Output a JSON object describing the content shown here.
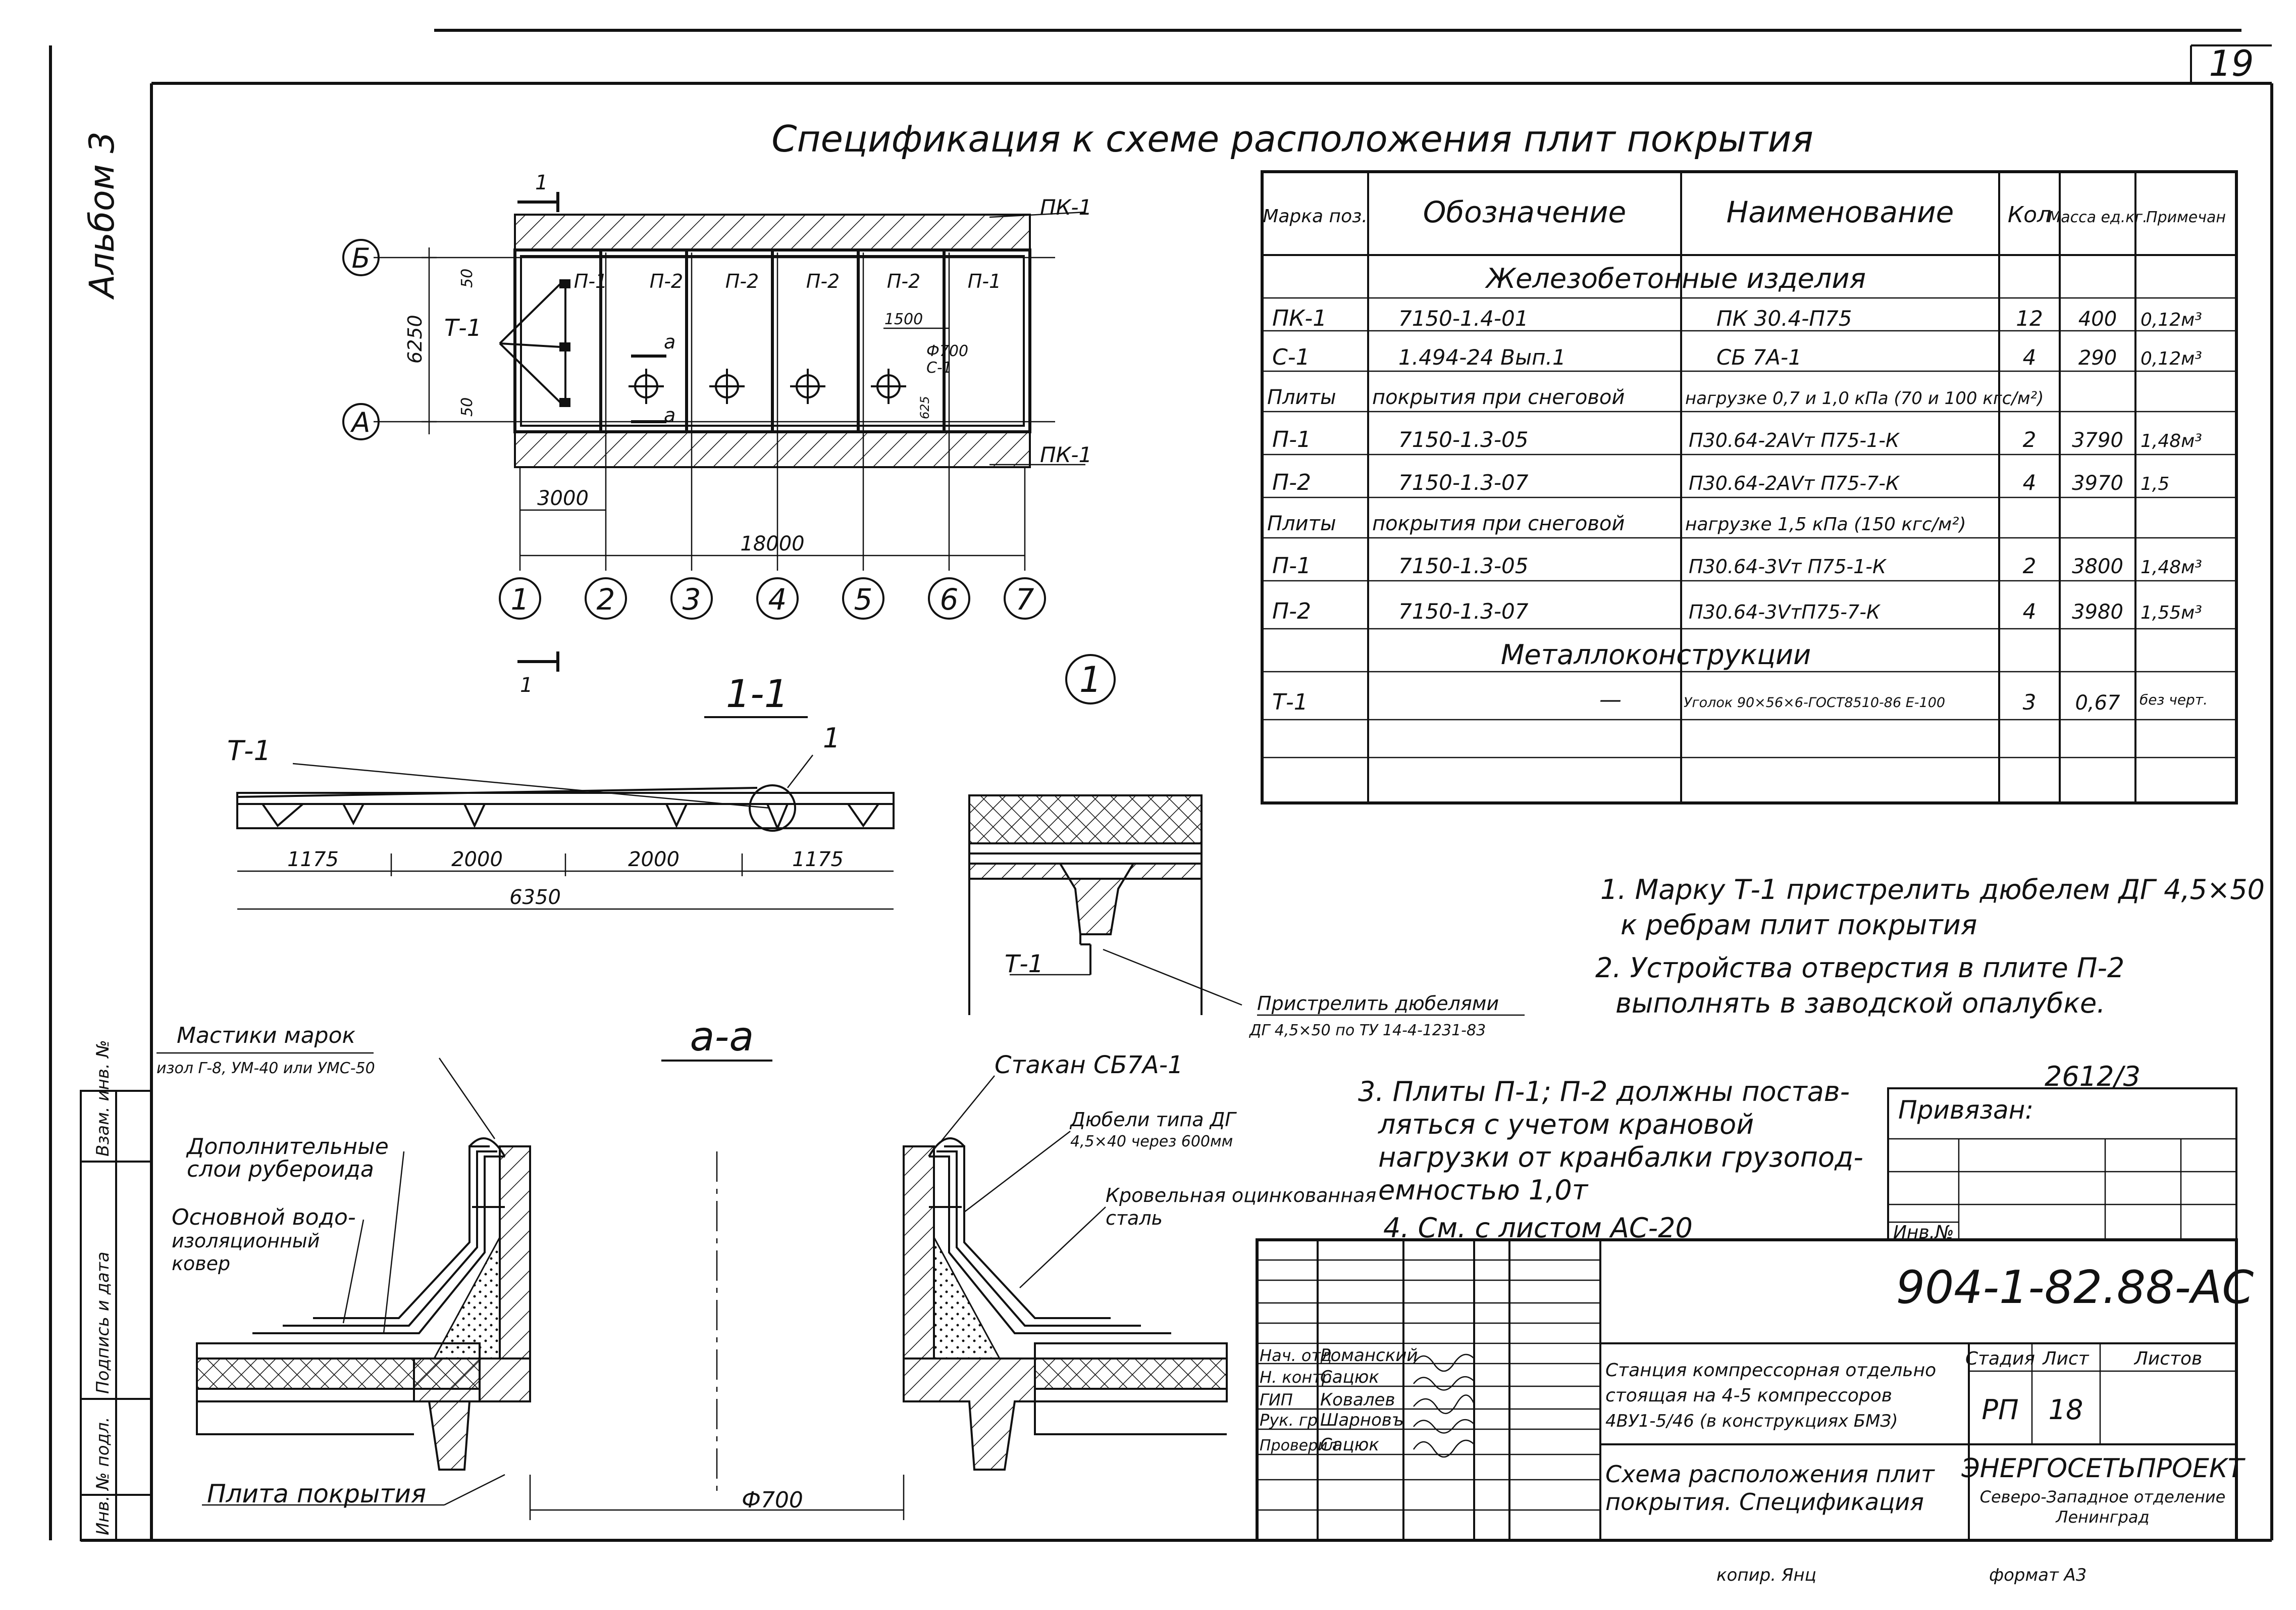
{
  "album": "Альбом 3",
  "sheet_corner_number": "19",
  "title_spec": "Спецификация к схеме расположения плит покрытия",
  "table": {
    "headers": [
      "Марка поз.",
      "Обозначение",
      "Наименование",
      "Кол",
      "Масса ед.кг.",
      "Примечан"
    ],
    "sections": {
      "concrete": "Железобетонные изделия",
      "snow1": [
        "Плиты",
        "покрытия при снеговой",
        "нагрузке 0,7 и 1,0 кПа (70 и 100 кгс/м²)"
      ],
      "snow2": [
        "Плиты",
        "покрытия при снеговой",
        "нагрузке 1,5 кПа (150 кгс/м²)"
      ],
      "metal": "Металлоконструкции"
    },
    "rows": [
      [
        "ПК-1",
        "7150-1.4-01",
        "ПК 30.4-П75",
        "12",
        "400",
        "0,12м³"
      ],
      [
        "С-1",
        "1.494-24 Вып.1",
        "СБ 7А-1",
        "4",
        "290",
        "0,12м³"
      ],
      [
        "П-1",
        "7150-1.3-05",
        "П30.64-2АVт П75-1-К",
        "2",
        "3790",
        "1,48м³"
      ],
      [
        "П-2",
        "7150-1.3-07",
        "П30.64-2АVт П75-7-К",
        "4",
        "3970",
        "1,5"
      ],
      [
        "П-1",
        "7150-1.3-05",
        "П30.64-3Vт П75-1-К",
        "2",
        "3800",
        "1,48м³"
      ],
      [
        "П-2",
        "7150-1.3-07",
        "П30.64-3VтП75-7-К",
        "4",
        "3980",
        "1,55м³"
      ],
      [
        "Т-1",
        "—",
        "Уголок 90×56×6-ГОСТ8510-86 Е-100",
        "3",
        "0,67",
        "без черт."
      ]
    ]
  },
  "plan": {
    "axes_rows": [
      "Б",
      "А"
    ],
    "axes_cols": [
      "1",
      "2",
      "3",
      "4",
      "5",
      "6",
      "7"
    ],
    "slab_labels": [
      "П-1",
      "П-2",
      "П-2",
      "П-2",
      "П-2",
      "П-1"
    ],
    "pk_top": "ПК-1",
    "pk_bottom": "ПК-1",
    "t1": "Т-1",
    "c1": "С-1",
    "dim_6250": "6250",
    "dim_50a": "50",
    "dim_50b": "50",
    "dim_3000": "3000",
    "dim_18000": "18000",
    "dim_1500": "1500",
    "dim_625": "625",
    "phi700": "Ф700",
    "sec_a": "а",
    "cut_mark": "1",
    "node_mark": "1"
  },
  "section11": {
    "title": "1-1",
    "t1": "Т-1",
    "mark": "1",
    "dims": [
      "1175",
      "2000",
      "2000",
      "1175"
    ],
    "total": "6350"
  },
  "node1": {
    "t1": "Т-1",
    "note_l1": "Пристрелить дюбелями",
    "note_l2": "ДГ 4,5×50 по ТУ 14-4-1231-83"
  },
  "notes": [
    "1. Марку Т-1 пристрелить дюбелем ДГ 4,5×50",
    "к ребрам плит покрытия",
    "2. Устройства отверстия в плите П-2",
    "выполнять в заводской опалубке.",
    "3. Плиты П-1; П-2 должны постав-",
    "ляться с учетом крановой",
    "нагрузки от кранбалки грузопод-",
    "емностью 1,0т",
    "4. См. с листом АС-20"
  ],
  "section_aa": {
    "title": "а-а",
    "mastic_l1": "Мастики марок",
    "mastic_l2": "изол Г-8, УМ-40 или УМС-50",
    "extra_l1": "Дополнительные",
    "extra_l2": "слои рубероида",
    "main_l1": "Основной водо-",
    "main_l2": "изоляционный",
    "main_l3": "ковер",
    "glass": "Стакан СБ7А-1",
    "dowel_l1": "Дюбели типа ДГ",
    "dowel_l2": "4,5×40 через 600мм",
    "steel_l1": "Кровельная оцинкованная",
    "steel_l2": "сталь",
    "slab": "Плита покрытия",
    "phi": "Ф700"
  },
  "stamp": {
    "code": "904-1-82.88-АС",
    "tied": "Привязан:",
    "inv": "Инв.№",
    "ref": "2612/3",
    "people": [
      [
        "Нач. отд",
        "Романский"
      ],
      [
        "Н. контр",
        "Сацюк"
      ],
      [
        "ГИП",
        "Ковалев"
      ],
      [
        "Рук. гр",
        "Шарновъ"
      ],
      [
        "Проверил",
        "Сацюк"
      ]
    ],
    "object_l1": "Станция компрессорная отдельно",
    "object_l2": "стоящая на 4-5 компрессоров",
    "object_l3": "4ВУ1-5/46 (в конструкциях БМЗ)",
    "sheet_title_l1": "Схема расположения плит",
    "sheet_title_l2": "покрытия. Спецификация",
    "stage_h": "Стадия",
    "sheet_h": "Лист",
    "sheets_h": "Листов",
    "stage": "РП",
    "sheet": "18",
    "org_l1": "ЭНЕРГОСЕТЬПРОЕКТ",
    "org_l2": "Северо-Западное отделение",
    "org_l3": "Ленинград",
    "left_strip": [
      "Инв. № подл.",
      "Подпись и дата",
      "Взам. инв. №"
    ]
  },
  "footer": {
    "copied": "копир. Янц",
    "format": "формат А3"
  }
}
